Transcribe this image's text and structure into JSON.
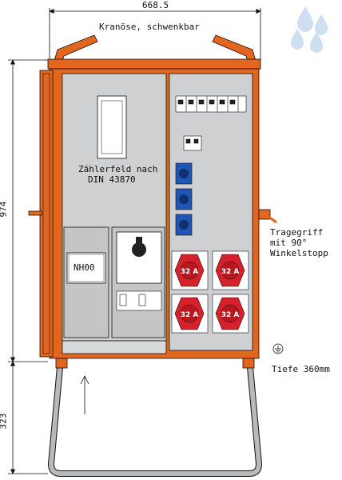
{
  "dimensions": {
    "width": "668.5",
    "height_body": "974",
    "height_stand": "323"
  },
  "labels": {
    "crane_eye": "Kranöse, schwenkbar",
    "meter_field_line1": "Zählerfeld nach",
    "meter_field_line2": "DIN 43870",
    "handle_line1": "Tragegriff",
    "handle_line2": "mit 90°",
    "handle_line3": "Winkelstopp",
    "depth": "Tiefe 360mm",
    "fuse_label": "NH00"
  },
  "cee_sockets": [
    "32 A",
    "32 A",
    "32 A",
    "32 A"
  ],
  "schuko_socket_count": 3,
  "colors": {
    "frame_orange": "#e2661e",
    "panel_gray": "#cfd0d2",
    "socket_red": "#d8202a",
    "socket_blue": "#1e56b4",
    "stand_gray": "#b8b9bb",
    "watermark_blue": "#c9dcf0"
  },
  "icons": {
    "watermark": "water-drops-logo-icon",
    "earth": "ground-symbol-icon"
  }
}
